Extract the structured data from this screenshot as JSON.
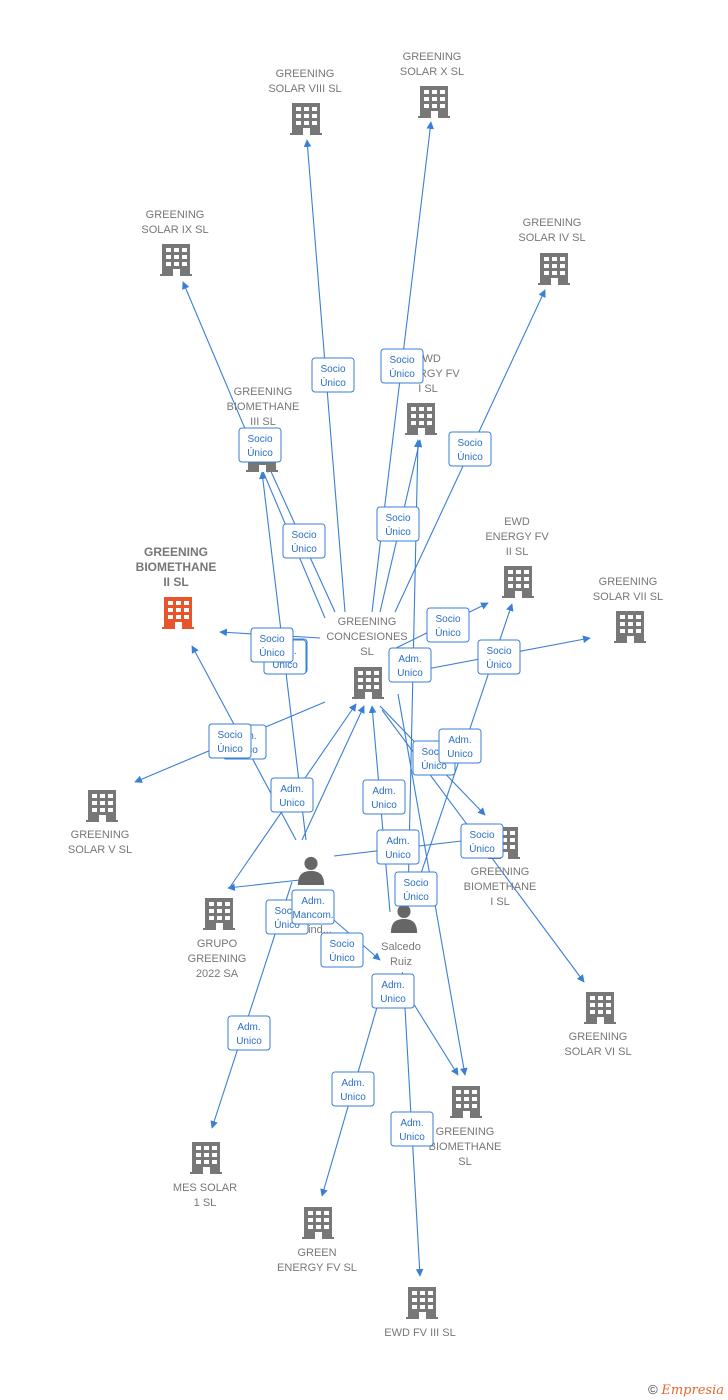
{
  "colors": {
    "edge": "#3a7fd5",
    "building": "#777777",
    "focus": "#e8552b",
    "person": "#666666"
  },
  "nodes": [
    {
      "id": "solar_viii",
      "type": "company",
      "lines": [
        "GREENING",
        "SOLAR VIII  SL"
      ]
    },
    {
      "id": "solar_x",
      "type": "company",
      "lines": [
        "GREENING",
        "SOLAR X  SL"
      ]
    },
    {
      "id": "solar_ix",
      "type": "company",
      "lines": [
        "GREENING",
        "SOLAR IX  SL"
      ]
    },
    {
      "id": "solar_iv",
      "type": "company",
      "lines": [
        "GREENING",
        "SOLAR IV  SL"
      ]
    },
    {
      "id": "ewd_i",
      "type": "company",
      "lines": [
        "EWD",
        "ENERGY FV",
        "I  SL"
      ]
    },
    {
      "id": "bio_iii",
      "type": "company",
      "lines": [
        "GREENING",
        "BIOMETHANE",
        "III  SL"
      ]
    },
    {
      "id": "bio_ii",
      "type": "company",
      "focus": true,
      "lines": [
        "GREENING",
        "BIOMETHANE",
        "II  SL"
      ]
    },
    {
      "id": "ewd_ii",
      "type": "company",
      "lines": [
        "EWD",
        "ENERGY FV",
        "II  SL"
      ]
    },
    {
      "id": "solar_vii",
      "type": "company",
      "lines": [
        "GREENING",
        "SOLAR VII  SL"
      ]
    },
    {
      "id": "concesiones",
      "type": "company",
      "lines": [
        "GREENING",
        "CONCESIONES",
        "SL"
      ]
    },
    {
      "id": "solar_v",
      "type": "company",
      "lines": [
        "GREENING",
        "SOLAR V  SL"
      ]
    },
    {
      "id": "bio_i",
      "type": "company",
      "lines": [
        "GREENING",
        "BIOMETHANE",
        "I  SL"
      ]
    },
    {
      "id": "grupo",
      "type": "company",
      "lines": [
        "GRUPO",
        "GREENING",
        "2022 SA"
      ]
    },
    {
      "id": "person1",
      "type": "person",
      "lines": [
        "...",
        "ind..."
      ]
    },
    {
      "id": "person2",
      "type": "person",
      "lines": [
        "Salcedo",
        "Ruiz",
        "...lo"
      ]
    },
    {
      "id": "solar_vi",
      "type": "company",
      "lines": [
        "GREENING",
        "SOLAR VI  SL"
      ]
    },
    {
      "id": "bio",
      "type": "company",
      "lines": [
        "GREENING",
        "BIOMETHANE",
        "SL"
      ]
    },
    {
      "id": "mes",
      "type": "company",
      "lines": [
        "MES SOLAR",
        "1  SL"
      ]
    },
    {
      "id": "green_energy",
      "type": "company",
      "lines": [
        "GREEN",
        "ENERGY FV  SL"
      ]
    },
    {
      "id": "ewd_iii",
      "type": "company",
      "lines": [
        "EWD FV III  SL"
      ]
    }
  ],
  "edges": [
    {
      "from": "concesiones",
      "to": "solar_viii",
      "label": [
        "Socio",
        "Único"
      ]
    },
    {
      "from": "concesiones",
      "to": "solar_x",
      "label": [
        "Socio",
        "Único"
      ]
    },
    {
      "from": "concesiones",
      "to": "solar_ix",
      "label": [
        "Socio",
        "Único"
      ]
    },
    {
      "from": "concesiones",
      "to": "solar_iv",
      "label": [
        "Socio",
        "Único"
      ]
    },
    {
      "from": "concesiones",
      "to": "ewd_i",
      "label": [
        "Socio",
        "Único"
      ]
    },
    {
      "from": "concesiones",
      "to": "bio_iii",
      "label": [
        "Socio",
        "Único"
      ]
    },
    {
      "from": "concesiones",
      "to": "bio_ii",
      "label": [
        "Socio",
        "Único"
      ]
    },
    {
      "from": "concesiones",
      "to": "ewd_ii",
      "label": [
        "Socio",
        "Único"
      ]
    },
    {
      "from": "concesiones",
      "to": "solar_vii",
      "label": [
        "Socio",
        "Único"
      ]
    },
    {
      "from": "concesiones",
      "to": "solar_v",
      "label": [
        "Socio",
        "Único"
      ]
    },
    {
      "from": "concesiones",
      "to": "bio_i",
      "label": [
        "Socio",
        "Único"
      ]
    },
    {
      "from": "concesiones",
      "to": "solar_vi",
      "label": [
        "Socio",
        "Único"
      ]
    },
    {
      "from": "person1",
      "to": "concesiones",
      "label": [
        "Adm.",
        "Unico"
      ]
    },
    {
      "from": "person2",
      "to": "concesiones",
      "label": [
        "Adm.",
        "Unico"
      ]
    },
    {
      "from": "person1",
      "to": "bio_ii",
      "label": [
        "Adm.",
        "Unico"
      ]
    },
    {
      "from": "person1",
      "to": "bio_iii",
      "label": [
        "Socio",
        "Único"
      ]
    },
    {
      "from": "person1",
      "to": "grupo",
      "label": [
        "Socio",
        "Único"
      ]
    },
    {
      "from": "person1",
      "to": "bio_i",
      "label": [
        "Adm.",
        "Unico"
      ]
    },
    {
      "from": "person1",
      "to": "mes",
      "label": [
        "Adm.",
        "Unico"
      ]
    },
    {
      "from": "person1",
      "to": "person2",
      "label": [
        "Adm.",
        "Mancom."
      ]
    },
    {
      "from": "person2",
      "to": "ewd_i",
      "label": [
        "Socio",
        "Único"
      ]
    },
    {
      "from": "person2",
      "to": "ewd_ii",
      "label": [
        "Adm.",
        "Unico"
      ]
    },
    {
      "from": "person2",
      "to": "solar_vii",
      "label": [
        "Adm.",
        "Unico"
      ]
    },
    {
      "from": "person2",
      "to": "bio",
      "label": [
        "Adm.",
        "Unico"
      ]
    },
    {
      "from": "person2",
      "to": "green_energy",
      "label": [
        "Adm.",
        "Unico"
      ]
    },
    {
      "from": "person2",
      "to": "ewd_iii",
      "label": [
        "Adm.",
        "Unico"
      ]
    },
    {
      "from": "grupo",
      "to": "concesiones",
      "label": [
        "Socio",
        "Único"
      ]
    }
  ],
  "extra_labels": [
    [
      "Adm.",
      "Unico"
    ],
    [
      "Adm.",
      "Unico"
    ],
    [
      "Socio",
      "Único"
    ],
    [
      "Socio",
      "Único"
    ]
  ],
  "footer": {
    "copyright": "©",
    "brand": "Empresia"
  }
}
